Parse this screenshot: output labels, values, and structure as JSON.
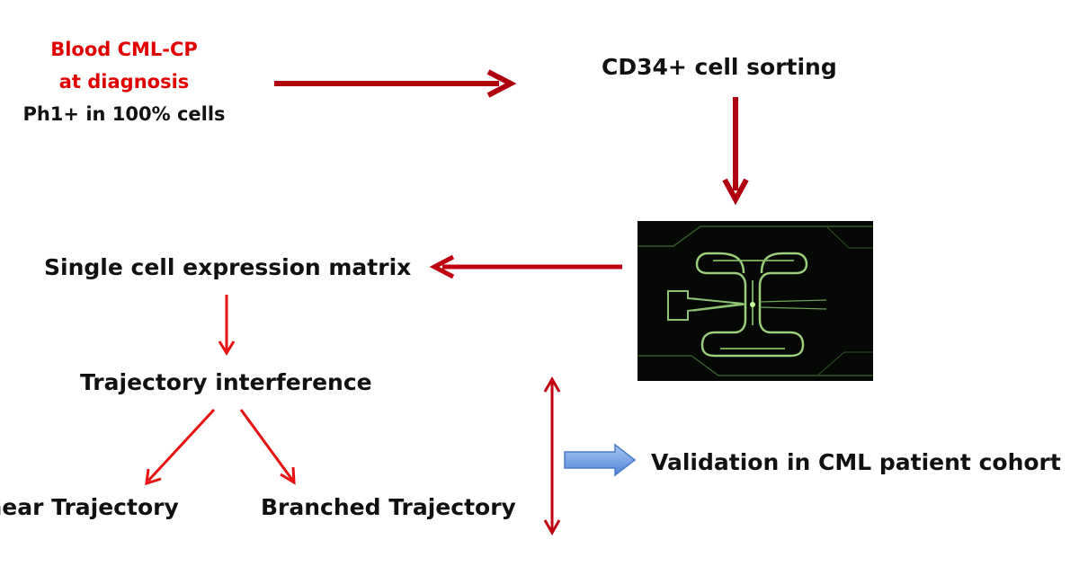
{
  "nodes": {
    "blood_line1": "Blood  CML-CP",
    "blood_line2": "at diagnosis",
    "blood_line3": "Ph1+ in 100% cells",
    "cd34": "CD34+ cell sorting",
    "matrix": "Single cell expression matrix",
    "trajectory": "Trajectory interference",
    "linear": "Linear Trajectory",
    "branched": "Branched Trajectory",
    "validation": "Validation in CML patient cohort"
  },
  "image": {
    "name": "microfluidic-chip-micrograph"
  },
  "colors": {
    "accent_text": "#e00000",
    "arrow_dark_red": "#b00010",
    "arrow_bright_red": "#e81010",
    "block_arrow_blue": "#6d9ee6",
    "chip_background": "#050805",
    "chip_channel": "#9ad07a"
  }
}
